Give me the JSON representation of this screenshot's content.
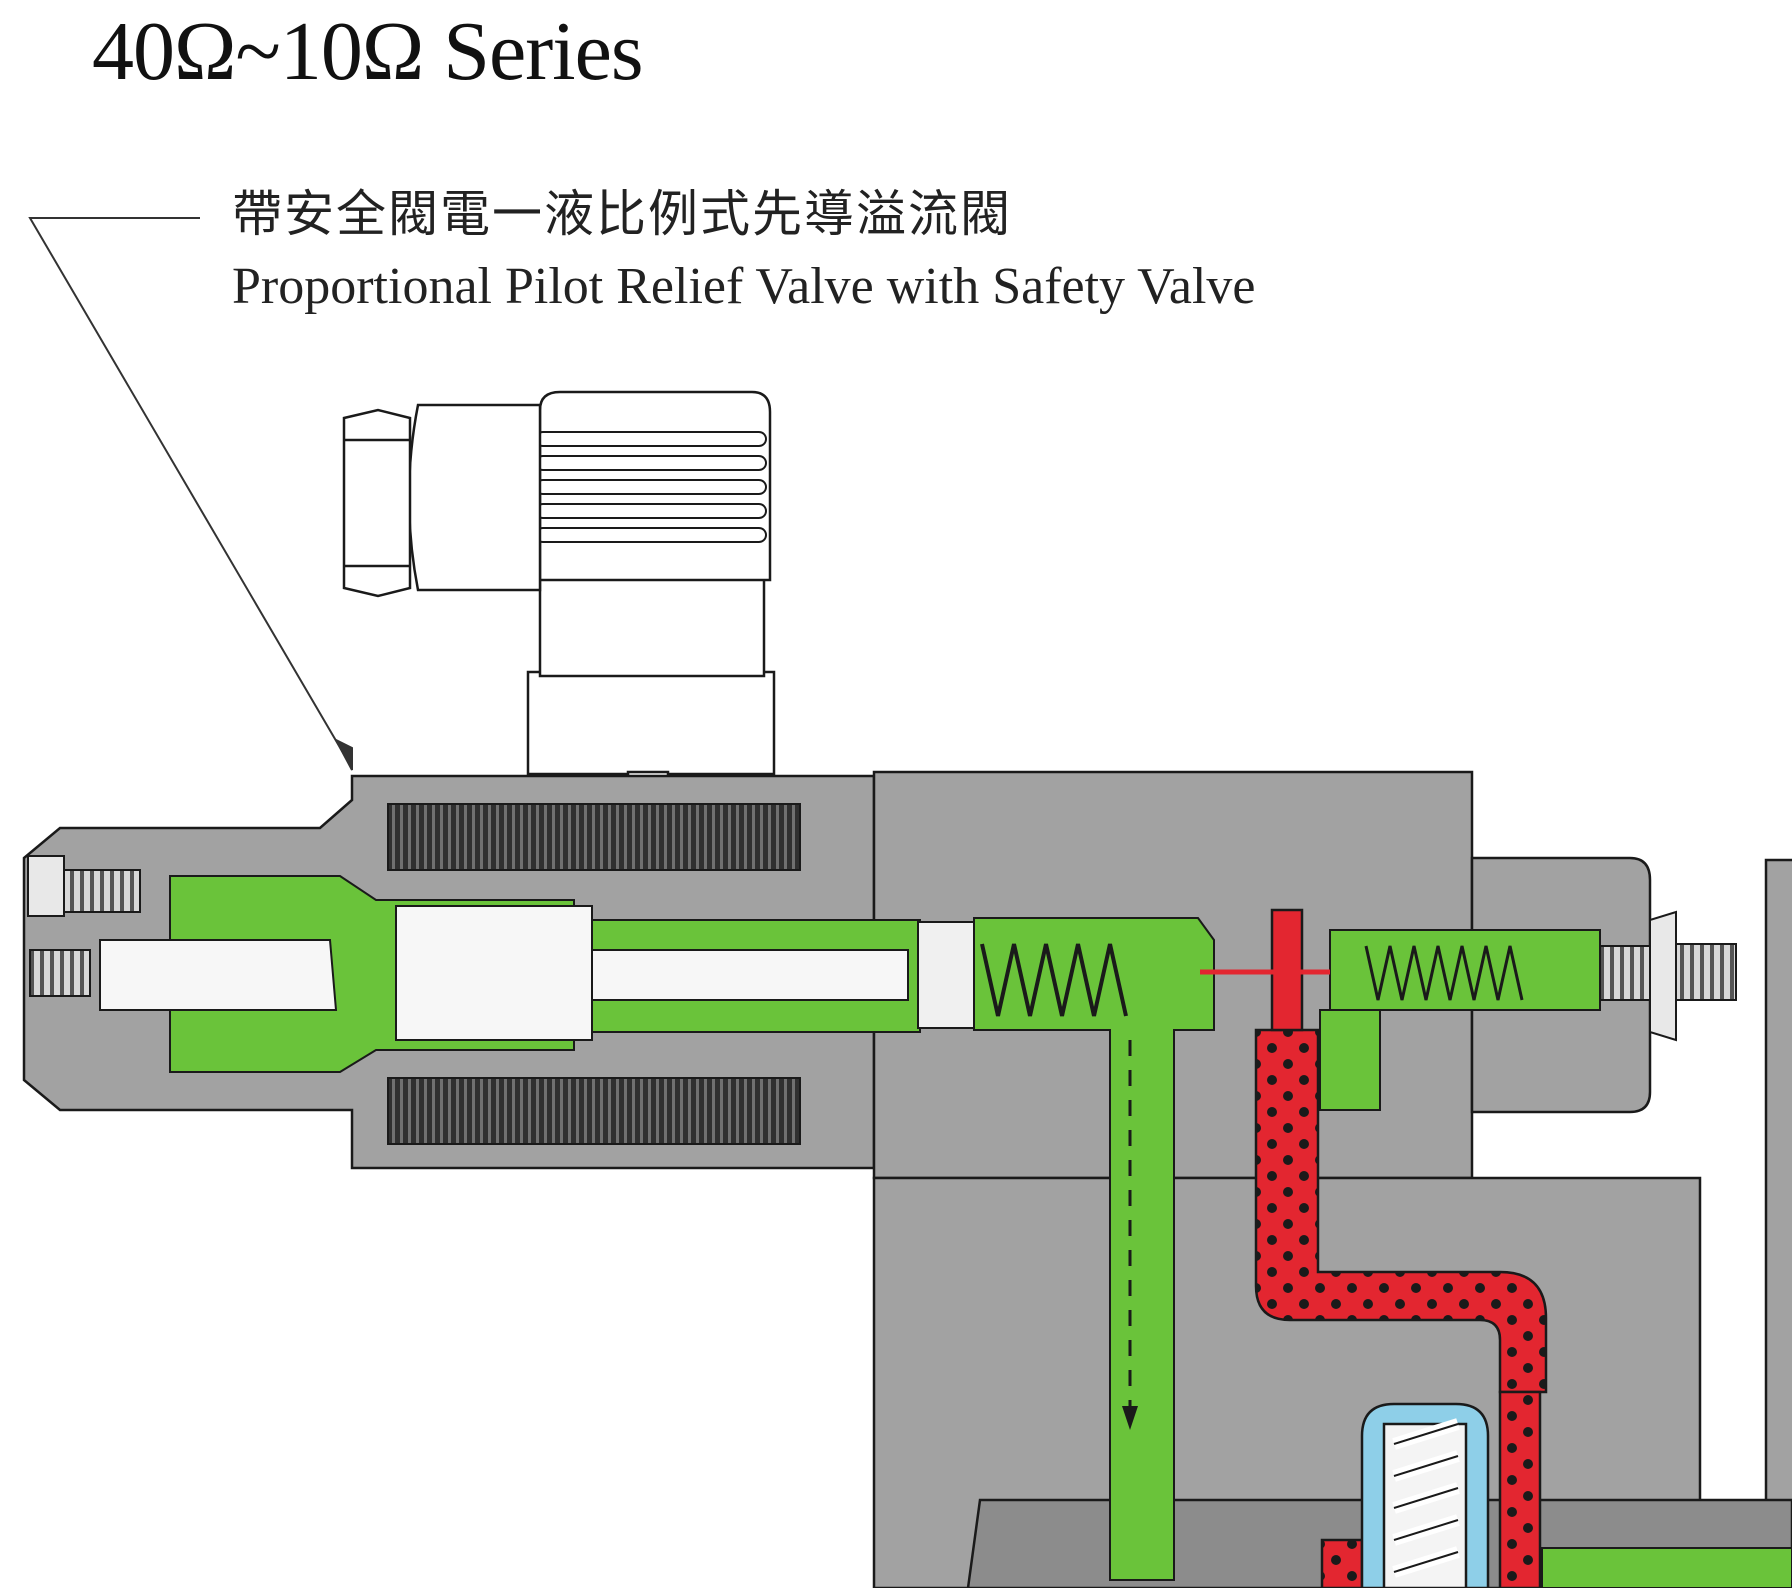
{
  "title": "40Ω~10Ω Series",
  "caption": {
    "zh": "帶安全閥電一液比例式先導溢流閥",
    "en": "Proportional Pilot Relief  Valve with Safety Valve"
  },
  "colors": {
    "body": "#a2a2a2",
    "body_light": "#b6b6b6",
    "green_oil": "#6ac33a",
    "red_oil": "#e32630",
    "blue_part": "#8ecfe8",
    "coil_dark": "#2b2b2b",
    "outline": "#1a1a1a"
  }
}
